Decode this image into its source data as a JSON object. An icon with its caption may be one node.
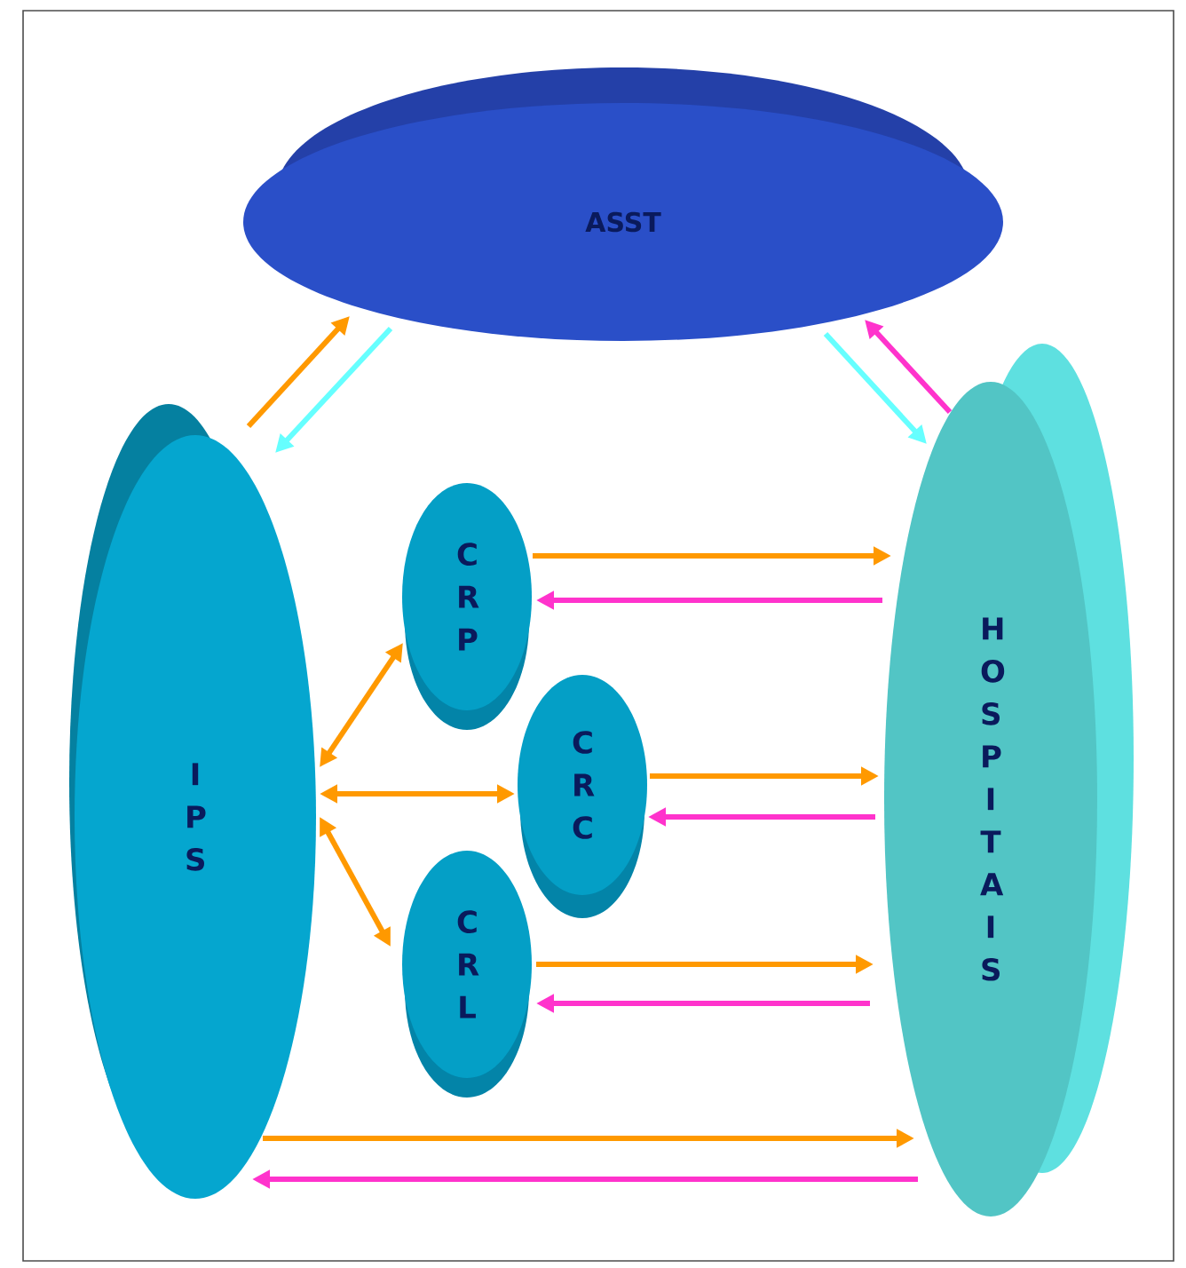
{
  "diagram": {
    "nodes": [
      {
        "text": [
          "ASST"
        ]
      },
      {
        "text": [
          "I P S"
        ]
      },
      {
        "text": [
          "C R P"
        ]
      },
      {
        "text": [
          "C R C"
        ]
      },
      {
        "text": [
          "C R L"
        ]
      },
      {
        "text": [
          "H O S P I T A I S"
        ]
      }
    ],
    "edges": [
      {
        "from": 1,
        "to": 0,
        "arrow": "to"
      },
      {
        "from": 0,
        "to": 1,
        "arrow": "to",
        "color": "#66ffff"
      },
      {
        "from": 0,
        "to": 5,
        "arrow": "to",
        "color": "#66ffff"
      },
      {
        "from": 5,
        "to": 0,
        "arrow": "to",
        "color": "#ff33cc"
      },
      {
        "from": 2,
        "to": 5,
        "arrow": "to"
      },
      {
        "from": 5,
        "to": 2,
        "arrow": "to",
        "color": "#ff33cc"
      },
      {
        "from": 1,
        "to": 2,
        "arrow": "both"
      },
      {
        "from": 1,
        "to": 3,
        "arrow": "both"
      },
      {
        "from": 1,
        "to": 4,
        "arrow": "both"
      },
      {
        "from": 3,
        "to": 5,
        "arrow": "to"
      },
      {
        "from": 5,
        "to": 3,
        "arrow": "to",
        "color": "#ff33cc"
      },
      {
        "from": 4,
        "to": 5,
        "arrow": "to"
      },
      {
        "from": 5,
        "to": 4,
        "arrow": "to",
        "color": "#ff33cc"
      },
      {
        "from": 1,
        "to": 5,
        "arrow": "to"
      },
      {
        "from": 5,
        "to": 1,
        "arrow": "to",
        "color": "#ff33cc"
      }
    ]
  }
}
